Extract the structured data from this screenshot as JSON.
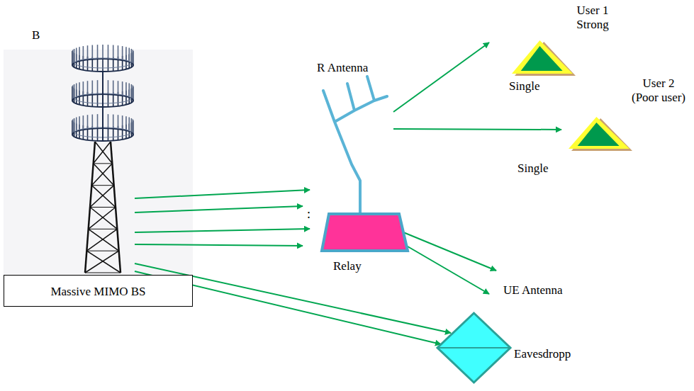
{
  "diagram": {
    "nodes": [
      {
        "text": [
          "Massive MIMO BS"
        ]
      },
      {
        "text": [
          "Relay"
        ]
      },
      {
        "text": [
          "User 1 Strong",
          "Single"
        ]
      },
      {
        "text": [
          "User 2 (Poor user)",
          "Single"
        ]
      },
      {
        "text": [
          "Eavesdropp"
        ]
      }
    ],
    "edges": [
      {
        "from": 0,
        "to": 1,
        "arrow": "to"
      },
      {
        "from": 0,
        "to": 1,
        "arrow": "to"
      },
      {
        "from": 0,
        "to": 1,
        "arrow": "to"
      },
      {
        "from": 0,
        "to": 1,
        "arrow": "to"
      },
      {
        "from": 0,
        "to": 4,
        "arrow": "to"
      },
      {
        "from": 0,
        "to": 4,
        "arrow": "to"
      },
      {
        "from": 1,
        "to": 4,
        "arrow": "to"
      },
      {
        "from": 1,
        "to": 4,
        "arrow": "to"
      },
      {
        "from": 1,
        "to": 2,
        "arrow": "to"
      },
      {
        "from": 1,
        "to": 3,
        "arrow": "to"
      }
    ],
    "labels": [
      "B",
      "R Antenna",
      ":",
      "UE Antenna"
    ]
  }
}
